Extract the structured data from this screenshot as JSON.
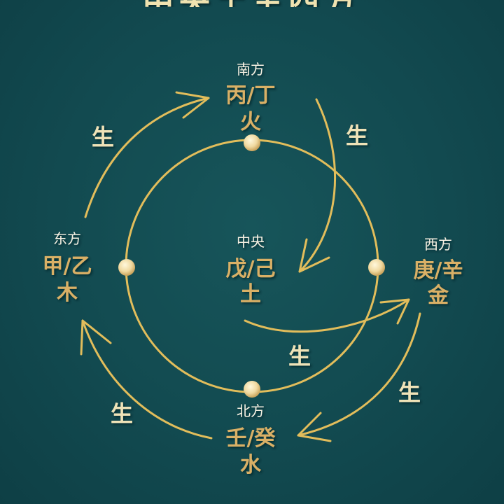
{
  "title": "中央土生四方",
  "nodes": {
    "south": {
      "direction": "南方",
      "stems": "丙/丁",
      "element": "火"
    },
    "east": {
      "direction": "东方",
      "stems": "甲/乙",
      "element": "木"
    },
    "center": {
      "direction": "中央",
      "stems": "戊/己",
      "element": "土"
    },
    "west": {
      "direction": "西方",
      "stems": "庚/辛",
      "element": "金"
    },
    "north": {
      "direction": "北方",
      "stems": "壬/癸",
      "element": "水"
    }
  },
  "arrows": {
    "label": "生",
    "east_to_south": "生",
    "south_to_center": "生",
    "center_to_west": "生",
    "west_to_north": "生",
    "north_to_east": "生"
  },
  "colors": {
    "background": "#124a50",
    "gold": "#d9b066",
    "line": "#e2bd5b",
    "text_light": "#f6f1e3"
  }
}
